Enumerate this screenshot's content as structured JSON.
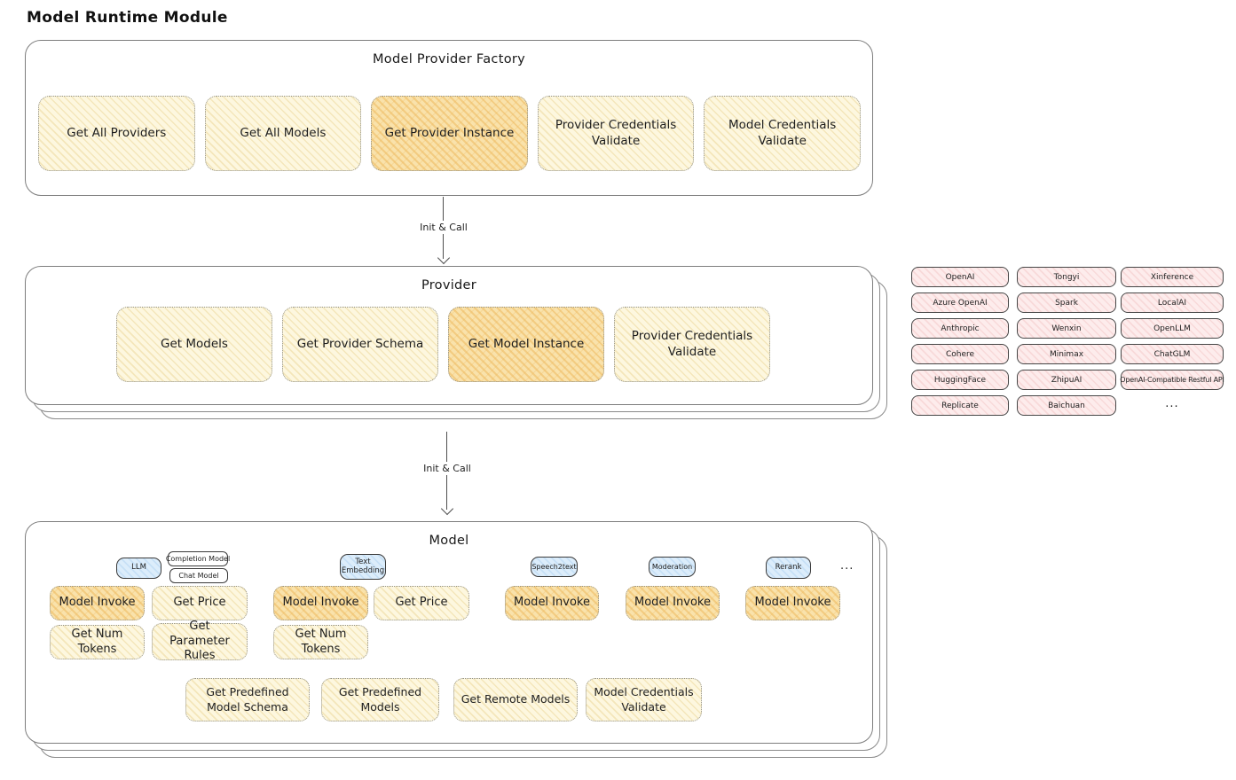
{
  "page": {
    "title": "Model Runtime Module"
  },
  "colors": {
    "button_yellow": "#fdf7df",
    "button_orange_highlight": "#f9e2ab",
    "provider_chip_pink": "#fdecec",
    "tab_blue": "#dcedfb",
    "panel_border_gray": "#7d7d7d",
    "node_border_dark": "#464646",
    "text": "#1f1f1f"
  },
  "flow": {
    "init_call_1": "Init & Call",
    "init_call_2": "Init & Call"
  },
  "factory": {
    "title": "Model Provider Factory",
    "buttons": [
      {
        "label": "Get All Providers",
        "highlighted": false
      },
      {
        "label": "Get All Models",
        "highlighted": false
      },
      {
        "label": "Get Provider Instance",
        "highlighted": true
      },
      {
        "label": "Provider Credentials Validate",
        "highlighted": false
      },
      {
        "label": "Model Credentials Validate",
        "highlighted": false
      }
    ]
  },
  "provider": {
    "title": "Provider",
    "buttons": [
      {
        "label": "Get Models",
        "highlighted": false
      },
      {
        "label": "Get Provider Schema",
        "highlighted": false
      },
      {
        "label": "Get Model Instance",
        "highlighted": true
      },
      {
        "label": "Provider Credentials Validate",
        "highlighted": false
      }
    ]
  },
  "providers_panel": {
    "column1": [
      "OpenAI",
      "Azure OpenAI",
      "Anthropic",
      "Cohere",
      "HuggingFace",
      "Replicate"
    ],
    "column2": [
      "Tongyi",
      "Spark",
      "Wenxin",
      "Minimax",
      "ZhipuAI",
      "Baichuan"
    ],
    "column3": [
      "Xinference",
      "LocalAI",
      "OpenLLM",
      "ChatGLM",
      "OpenAI-Compatible Restful API"
    ],
    "more": "..."
  },
  "model": {
    "title": "Model",
    "tabs": {
      "llm": "LLM",
      "completion": "Completion Model",
      "chat": "Chat Model",
      "text_embedding": "Text Embedding",
      "speech2text": "Speech2text",
      "moderation": "Moderation",
      "rerank": "Rerank",
      "more": "..."
    },
    "llm_buttons": [
      {
        "label": "Model Invoke",
        "highlighted": true
      },
      {
        "label": "Get Price",
        "highlighted": false
      },
      {
        "label": "Get Num Tokens",
        "highlighted": false
      },
      {
        "label": "Get Parameter Rules",
        "highlighted": false
      }
    ],
    "text_embedding_buttons": [
      {
        "label": "Model Invoke",
        "highlighted": true
      },
      {
        "label": "Get Price",
        "highlighted": false
      },
      {
        "label": "Get Num Tokens",
        "highlighted": false
      }
    ],
    "speech2text_buttons": [
      {
        "label": "Model Invoke",
        "highlighted": true
      }
    ],
    "moderation_buttons": [
      {
        "label": "Model Invoke",
        "highlighted": true
      }
    ],
    "rerank_buttons": [
      {
        "label": "Model Invoke",
        "highlighted": true
      }
    ],
    "common_buttons": [
      {
        "label": "Get Predefined Model Schema"
      },
      {
        "label": "Get Predefined Models"
      },
      {
        "label": "Get Remote Models"
      },
      {
        "label": "Model Credentials Validate"
      }
    ]
  }
}
